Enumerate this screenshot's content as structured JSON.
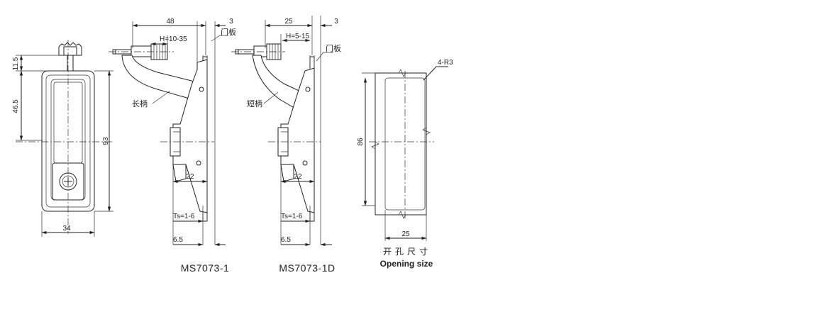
{
  "front_view": {
    "dims": {
      "top_height": "11.5",
      "handle_height": "46.5",
      "total_height": "93",
      "width": "34"
    }
  },
  "long_handle_view": {
    "dims": {
      "depth": "48",
      "panel": "3",
      "range": "H=10-35",
      "offset": "22",
      "thickness": "Ts=1-6",
      "lip": "6.5"
    },
    "labels": {
      "door": "门板",
      "handle": "长柄"
    },
    "model": "MS7073-1"
  },
  "short_handle_view": {
    "dims": {
      "depth": "25",
      "panel": "3",
      "range": "H=5-15",
      "offset": "22",
      "thickness": "Ts=1-6",
      "lip": "6.5"
    },
    "labels": {
      "door": "门板",
      "handle": "短柄"
    },
    "model": "MS7073-1D"
  },
  "opening_view": {
    "dims": {
      "height": "86",
      "width": "25",
      "radius": "4-R3"
    },
    "caption_cn": "开孔尺寸",
    "caption_en": "Opening size"
  }
}
